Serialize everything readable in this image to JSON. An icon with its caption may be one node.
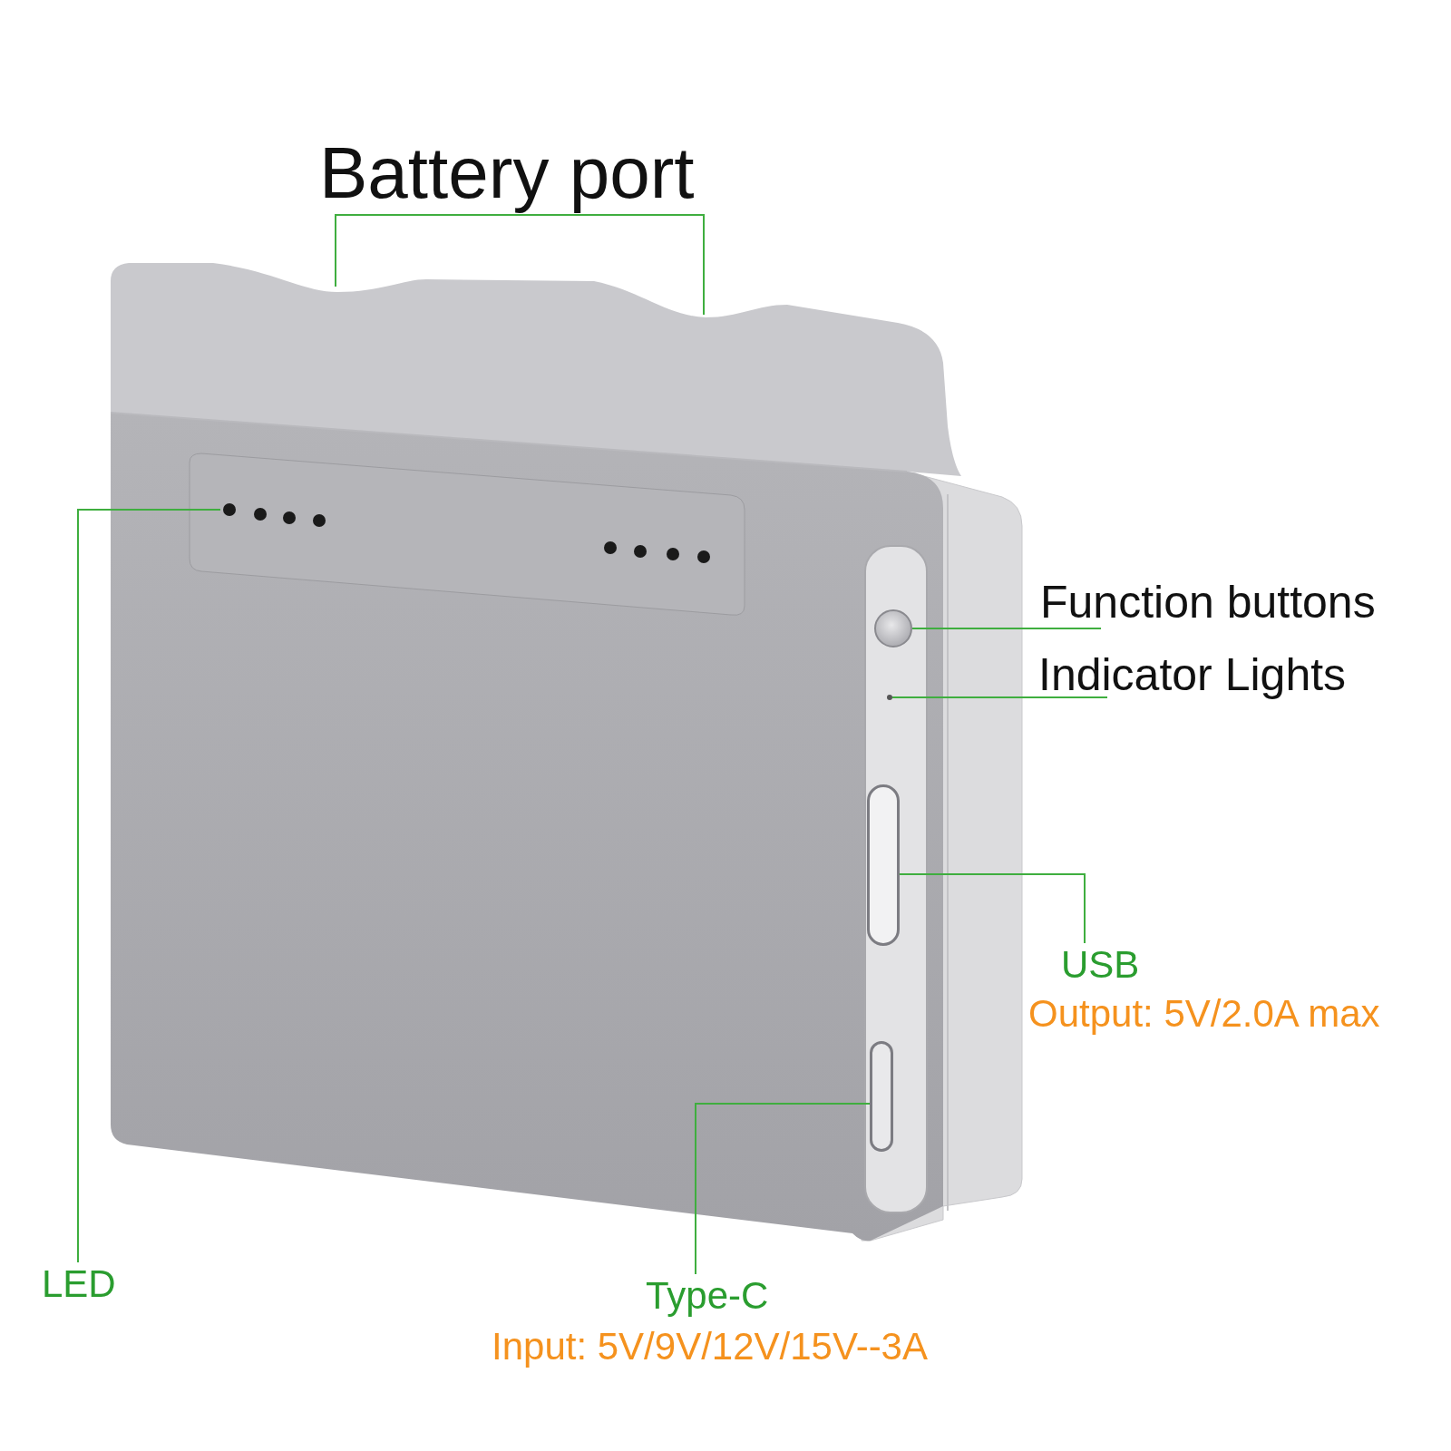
{
  "diagram": {
    "nodes": [
      {
        "text": [
          "Battery port"
        ]
      },
      {
        "text": [
          "LED"
        ]
      },
      {
        "text": [],
        "shape": "picture"
      },
      {
        "text": [
          "Function buttons"
        ]
      },
      {
        "text": [],
        "shape": "circle"
      },
      {
        "text": [
          "Indicator Lights"
        ]
      },
      {
        "text": [],
        "shape": "circle"
      },
      {
        "text": [
          "USB",
          "Output: 5V/2.0A max"
        ]
      },
      {
        "text": [],
        "shape": "box"
      },
      {
        "text": [
          "Type-C",
          "Input: 5V/9V/12V/15V--3A"
        ]
      },
      {
        "text": [],
        "shape": "box"
      }
    ],
    "edges": [
      {
        "from": 0,
        "to": null,
        "arrow": "none"
      },
      {
        "from": 0,
        "to": null,
        "arrow": "none"
      },
      {
        "from": 1,
        "to": 2,
        "arrow": "none"
      },
      {
        "from": 3,
        "to": 4,
        "arrow": "none"
      },
      {
        "from": 5,
        "to": 6,
        "arrow": "none"
      },
      {
        "from": 7,
        "to": 8,
        "arrow": "none"
      },
      {
        "from": 9,
        "to": 10,
        "arrow": "none"
      }
    ]
  }
}
